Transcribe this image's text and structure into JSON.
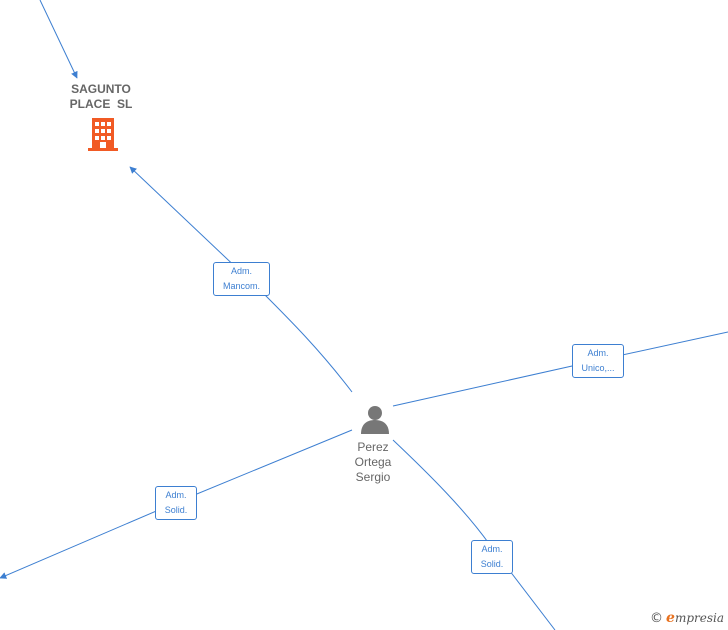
{
  "nodes": {
    "company": {
      "name_line1": "SAGUNTO",
      "name_line2": "PLACE  SL",
      "icon": "building-icon",
      "color": "#f15a24"
    },
    "person": {
      "name_line1": "Perez",
      "name_line2": "Ortega",
      "name_line3": "Sergio",
      "icon": "person-icon",
      "color": "#777777"
    }
  },
  "edges": [
    {
      "line1": "Adm.",
      "line2": "Mancom."
    },
    {
      "line1": "Adm.",
      "line2": "Unico,..."
    },
    {
      "line1": "Adm.",
      "line2": "Solid."
    },
    {
      "line1": "Adm.",
      "line2": "Solid."
    }
  ],
  "colors": {
    "edge": "#3d7fd1"
  },
  "watermark": {
    "copyright": "©",
    "brand_initial": "e",
    "brand_rest": "mpresia"
  }
}
